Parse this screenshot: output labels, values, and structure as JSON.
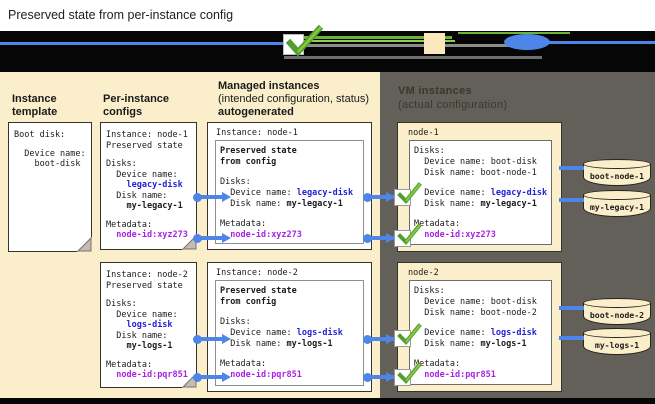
{
  "title": "Preserved state from per-instance config",
  "legend": {
    "status_icon": "green-checkmark",
    "preserved_state_icon": "cream-swatch",
    "reference_icon": "blue-connector"
  },
  "columns": {
    "instance_template": {
      "header_lines": [
        "Instance",
        "template"
      ]
    },
    "per_instance_configs": {
      "header_lines": [
        "Per-instance",
        "configs"
      ]
    },
    "managed_instances": {
      "header_lines": [
        "Managed instances",
        "(intended configuration, status)",
        "autogenerated"
      ]
    },
    "vm_instances": {
      "header_lines": [
        "VM instances",
        "(actual configuration)"
      ]
    }
  },
  "instance_template_box": {
    "lines": [
      [
        [
          "Boot disk:"
        ]
      ],
      [],
      [
        [
          "  Device name:"
        ]
      ],
      [
        [
          "    boot-disk"
        ]
      ]
    ]
  },
  "per_instance_configs": [
    {
      "lines": [
        [
          [
            "Instance: node-1"
          ]
        ],
        [
          [
            "Preserved state"
          ]
        ],
        [],
        [
          [
            "Disks:"
          ]
        ],
        [
          [
            "  Device name:"
          ]
        ],
        [
          [
            "    "
          ],
          [
            "legacy-disk",
            "blue"
          ]
        ],
        [
          [
            "  Disk name:"
          ]
        ],
        [
          [
            "    "
          ],
          [
            "my-legacy-1",
            "b"
          ]
        ],
        [],
        [
          [
            "Metadata:"
          ]
        ],
        [
          [
            "  "
          ],
          [
            "node-id:xyz273",
            "mag"
          ]
        ]
      ]
    },
    {
      "lines": [
        [
          [
            "Instance: node-2"
          ]
        ],
        [
          [
            "Preserved state"
          ]
        ],
        [],
        [
          [
            "Disks:"
          ]
        ],
        [
          [
            "  Device name:"
          ]
        ],
        [
          [
            "    "
          ],
          [
            "logs-disk",
            "blue"
          ]
        ],
        [
          [
            "  Disk name:"
          ]
        ],
        [
          [
            "    "
          ],
          [
            "my-logs-1",
            "b"
          ]
        ],
        [],
        [
          [
            "Metadata:"
          ]
        ],
        [
          [
            "  "
          ],
          [
            "node-id:pqr851",
            "mag"
          ]
        ]
      ]
    }
  ],
  "managed_instances": [
    {
      "title": "Instance: node-1",
      "lines": [
        [
          [
            "Preserved state",
            "b"
          ]
        ],
        [
          [
            "from config",
            "b"
          ]
        ],
        [],
        [
          [
            "Disks:"
          ]
        ],
        [
          [
            "  Device name: "
          ],
          [
            "legacy-disk",
            "blue"
          ]
        ],
        [
          [
            "  Disk name: "
          ],
          [
            "my-legacy-1",
            "b"
          ]
        ],
        [],
        [
          [
            "Metadata:"
          ]
        ],
        [
          [
            "  "
          ],
          [
            "node-id:xyz273",
            "mag"
          ]
        ]
      ]
    },
    {
      "title": "Instance: node-2",
      "lines": [
        [
          [
            "Preserved state",
            "b"
          ]
        ],
        [
          [
            "from config",
            "b"
          ]
        ],
        [],
        [
          [
            "Disks:"
          ]
        ],
        [
          [
            "  Device name: "
          ],
          [
            "logs-disk",
            "blue"
          ]
        ],
        [
          [
            "  Disk name: "
          ],
          [
            "my-logs-1",
            "b"
          ]
        ],
        [],
        [
          [
            "Metadata:"
          ]
        ],
        [
          [
            "  "
          ],
          [
            "node-id:pqr851",
            "mag"
          ]
        ]
      ]
    }
  ],
  "vm_instances": [
    {
      "title": "node-1",
      "lines": [
        [
          [
            "Disks:"
          ]
        ],
        [
          [
            "  Device name: boot-disk"
          ]
        ],
        [
          [
            "  Disk name: boot-node-1"
          ]
        ],
        [],
        [
          [
            "  Device name: "
          ],
          [
            "legacy-disk",
            "blue"
          ]
        ],
        [
          [
            "  Disk name: "
          ],
          [
            "my-legacy-1",
            "b"
          ]
        ],
        [],
        [
          [
            "Metadata:"
          ]
        ],
        [
          [
            "  "
          ],
          [
            "node-id:xyz273",
            "mag"
          ]
        ]
      ],
      "disks": [
        "boot-node-1",
        "my-legacy-1"
      ]
    },
    {
      "title": "node-2",
      "lines": [
        [
          [
            "Disks:"
          ]
        ],
        [
          [
            "  Device name: boot-disk"
          ]
        ],
        [
          [
            "  Disk name: boot-node-2"
          ]
        ],
        [],
        [
          [
            "  Device name: "
          ],
          [
            "logs-disk",
            "blue"
          ]
        ],
        [
          [
            "  Disk name: "
          ],
          [
            "my-logs-1",
            "b"
          ]
        ],
        [],
        [
          [
            "Metadata:"
          ]
        ],
        [
          [
            "  "
          ],
          [
            "node-id:pqr851",
            "mag"
          ]
        ]
      ],
      "disks": [
        "boot-node-2",
        "my-logs-1"
      ]
    }
  ]
}
